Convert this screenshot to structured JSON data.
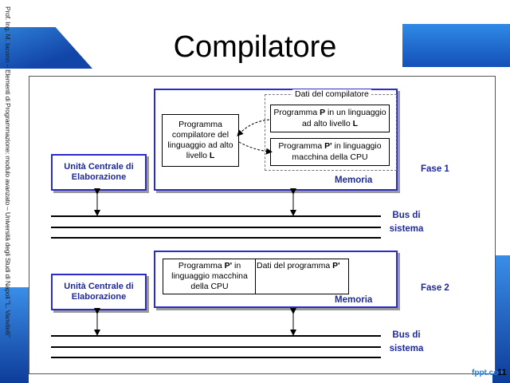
{
  "side_text": "Prof. Ing. M. Iacono – Elementi di Programmazione: modulo avanzato – Università degli Studi di Napoli \"L. Vanvitelli\"",
  "title": "Compilatore",
  "phase1": {
    "cpu_label": "Unità Centrale di Elaborazione",
    "memory_label": "Memoria",
    "compiler_program": "Programma compilatore del linguaggio ad alto livello L",
    "compiler_data_title": "Dati del compilatore",
    "program_p": "Programma P in un linguaggio ad alto livello L",
    "program_p_prime": "Programma P' in linguaggio macchina della CPU",
    "fase_label": "Fase 1",
    "bus_label_line1": "Bus di",
    "bus_label_line2": "sistema"
  },
  "phase2": {
    "cpu_label": "Unità Centrale di Elaborazione",
    "memory_label": "Memoria",
    "program_p_prime": "Programma P' in linguaggio macchina della CPU",
    "program_data": "Dati del programma P'",
    "fase_label": "Fase 2",
    "bus_label_line1": "Bus di",
    "bus_label_line2": "sistema"
  },
  "footer": {
    "logo": "fppt.com",
    "page_number": "11"
  },
  "colors": {
    "accent_blue": "#2b2bc8",
    "label_blue": "#1f2a9a"
  }
}
